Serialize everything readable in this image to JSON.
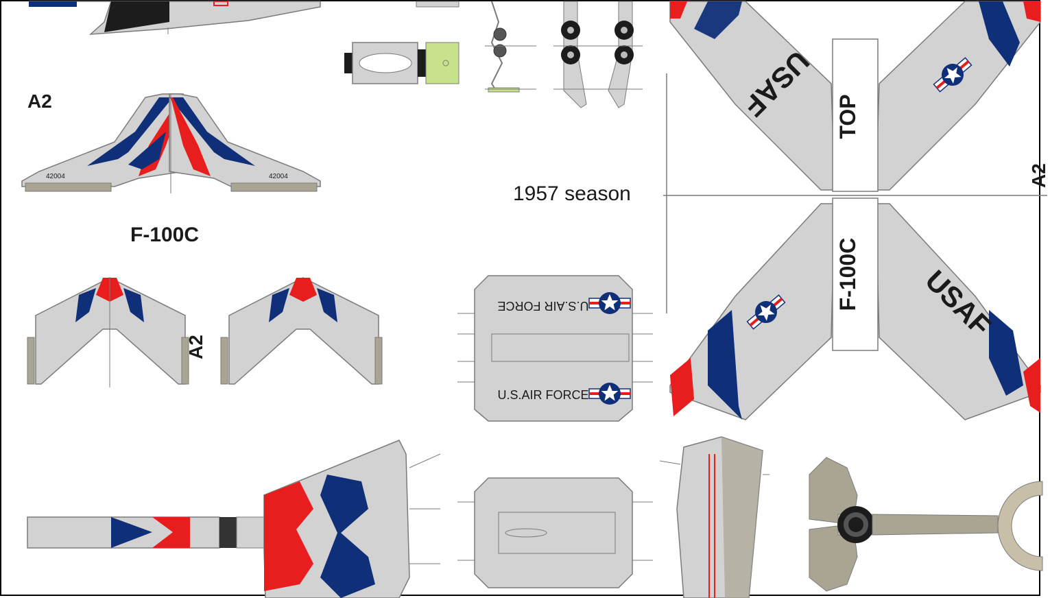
{
  "labels": {
    "part_a2_top": "A2",
    "model": "F-100C",
    "part_a2_wings": "A2",
    "part_a2_right": "A2",
    "season": "1957 season",
    "wing_top": "TOP",
    "wing_model": "F-100C"
  },
  "markings": {
    "usaf": "USAF",
    "us_air_force": "U.S.AIR FORCE",
    "serial": "42004"
  },
  "colors": {
    "panel_gray": "#d2d2d2",
    "panel_line": "#7a7a7a",
    "navy": "#0f2f78",
    "red": "#e81d1d",
    "khaki": "#aaa493",
    "canopy_green": "#c7e28a",
    "dark": "#1c1c1c"
  },
  "icons": [
    "usaf-roundel-icon",
    "landing-wheel-icon",
    "exhaust-nozzle-icon"
  ]
}
